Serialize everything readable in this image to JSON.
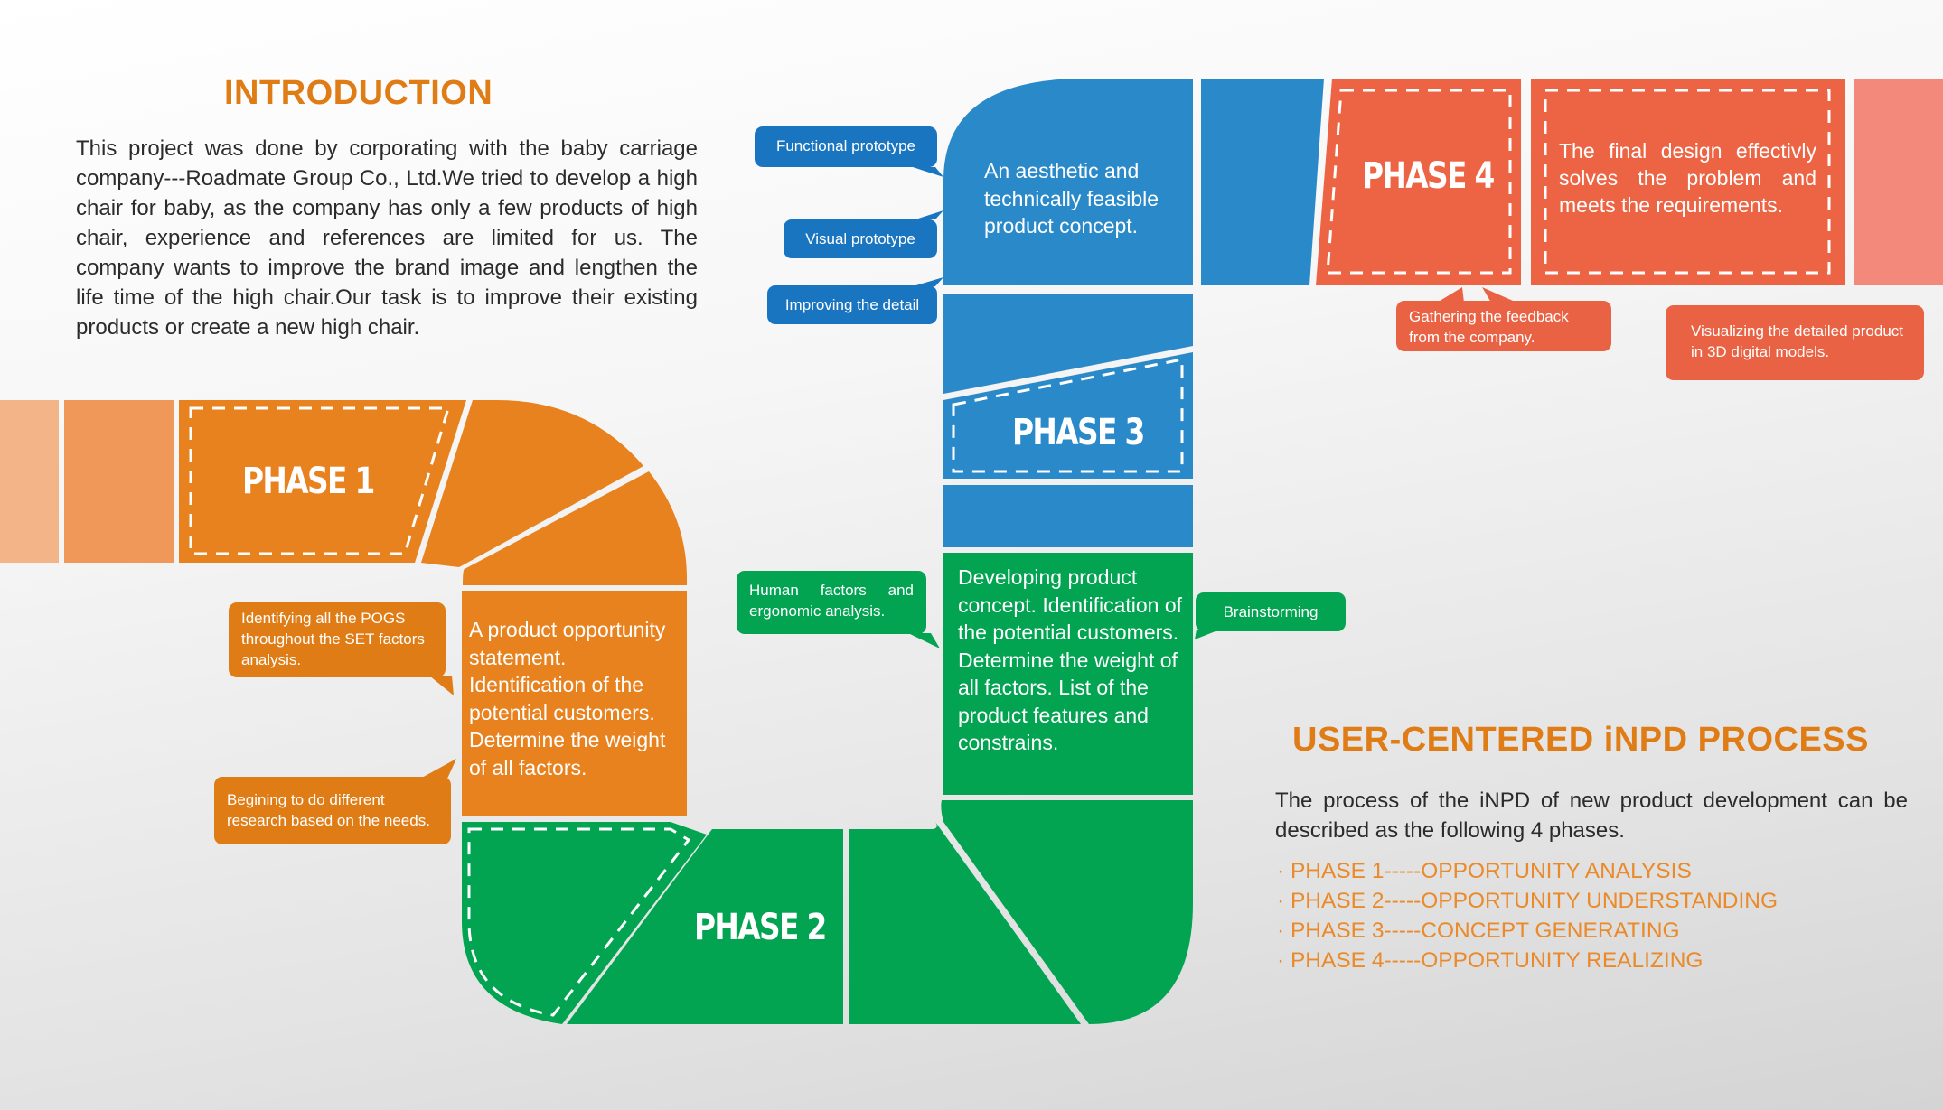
{
  "colors": {
    "orange": "#e8821f",
    "orange_light1": "#f3b587",
    "orange_light2": "#f0985a",
    "green": "#02a451",
    "blue": "#2a89c9",
    "red": "#ec6444",
    "red_light": "#f3897a",
    "title_orange": "#e07c16"
  },
  "introduction": {
    "title": "INTRODUCTION",
    "body": "This project was done by corporating with the baby carriage company---Roadmate Group Co., Ltd.We tried to develop a high chair for baby, as the company has only a few products of high chair, experience and references are limited for us. The company wants to improve the brand image and lengthen the life time of the high chair.Our task is to improve their existing products or create a new high chair."
  },
  "phases": [
    {
      "label": "PHASE 1",
      "description": "A product opportunity statement. Identification of the potential customers. Determine the weight of all factors.",
      "callouts": [
        "Identifying all the POGS throughout the SET factors analysis.",
        "Begining to do different research based on the needs."
      ]
    },
    {
      "label": "PHASE 2",
      "description": "",
      "callouts": []
    },
    {
      "label": "PHASE 3",
      "description": "An aesthetic and technically feasible product concept.",
      "secondary_description": "Developing product concept. Identification of the potential customers. Determine the weight of all factors. List of the product features and constrains.",
      "callouts": [
        "Functional prototype",
        "Visual prototype",
        "Improving the detail",
        "Human factors and ergonomic analysis.",
        "Brainstorming"
      ]
    },
    {
      "label": "PHASE 4",
      "description": "The final design effectivly solves the problem and meets the requirements.",
      "callouts": [
        "Gathering the feedback from the company.",
        "Visualizing the detailed product in 3D digital models."
      ]
    }
  ],
  "process": {
    "title": "USER-CENTERED iNPD PROCESS",
    "body": "The process of the iNPD of new product development can be described as the following 4 phases.",
    "list": [
      "· PHASE 1-----OPPORTUNITY ANALYSIS",
      "· PHASE 2-----OPPORTUNITY UNDERSTANDING",
      "· PHASE 3-----CONCEPT GENERATING",
      "· PHASE 4-----OPPORTUNITY REALIZING"
    ]
  }
}
